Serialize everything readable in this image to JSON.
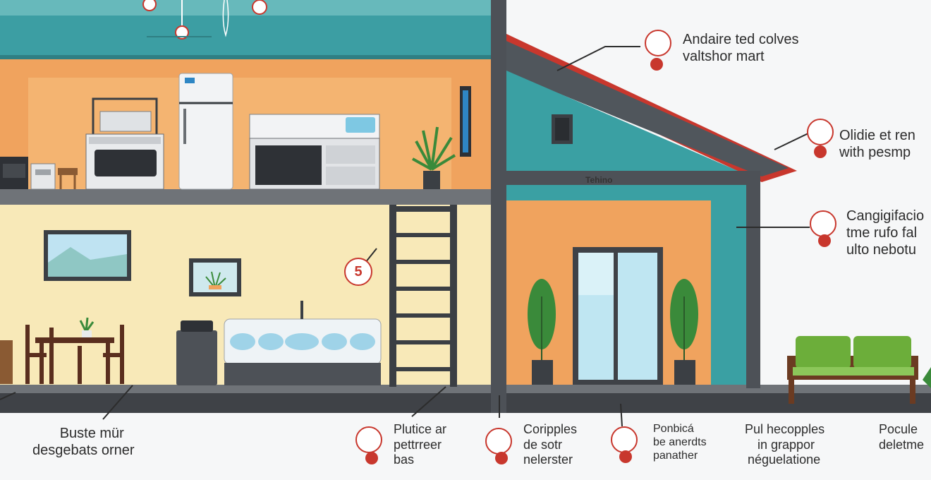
{
  "step_marker": "5",
  "attic_tag": "Tehino",
  "callouts_right": [
    {
      "line1": "Andaire ted colves",
      "line2": "valtshor mart"
    },
    {
      "line1": "Olidie et ren",
      "line2": "with pesmp"
    },
    {
      "line1": "Cangigifacio",
      "line2": "tme rufo fal",
      "line3": "ulto nebotu"
    }
  ],
  "callouts_bottom": [
    {
      "line1": "Buste mür",
      "line2": "desgebats orner"
    },
    {
      "line1": "Plutice ar",
      "line2": "pettrreer",
      "line3": "bas"
    },
    {
      "line1": "Coripples",
      "line2": "de sotr",
      "line3": "nelerster"
    },
    {
      "line1": "Ponbicá",
      "line2": "be anerdts",
      "line3": "panather"
    },
    {
      "line1": "Pul hecopples",
      "line2": "in grappor",
      "line3": "néguelatione"
    },
    {
      "line1": "Pocule",
      "line2": "deletme"
    }
  ],
  "colors": {
    "accent_red": "#c8372d",
    "wall_orange": "#f0a35e",
    "wall_cream": "#f8e9b8",
    "teal": "#3aa0a3",
    "structure_gray": "#4d5157",
    "plant_green": "#3a8a3a",
    "sofa_green": "#6cae3a"
  },
  "icons": [
    "tool-icon",
    "hanger-icon",
    "bowl-icon",
    "faucet-icon",
    "clock-icon"
  ]
}
